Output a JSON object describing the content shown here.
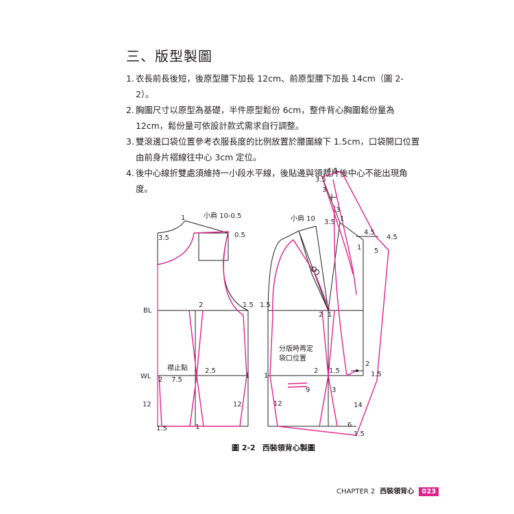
{
  "heading": "三、版型製圖",
  "steps": [
    {
      "num": "1.",
      "text": "衣長前長後短，後原型腰下加長 12cm、前原型腰下加長 14cm（圖 2-2）。"
    },
    {
      "num": "2.",
      "text": "胸圍尺寸以原型為基礎，半件原型鬆份 6cm，整件背心胸圍鬆份量為 12cm，鬆份量可依設計款式需求自行調整。"
    },
    {
      "num": "3.",
      "text": "雙滾邊口袋位置參考衣服長度的比例放置於腰圍線下 1.5cm，口袋開口位置由前身片褶線往中心 3cm 定位。"
    },
    {
      "num": "4.",
      "text": "後中心線折雙處須維持一小段水平線，後貼邊與領裁片後中心不能出現角度。"
    }
  ],
  "diagram": {
    "line_labels": {
      "bl": "BL",
      "wl": "WL"
    },
    "annotations": {
      "back_shoulder": "小肩 10-0.5",
      "front_shoulder": "小肩 10",
      "stop_point": "襟止點",
      "pocket_note_1": "分版時再定",
      "pocket_note_2": "袋口位置"
    },
    "measurements": {
      "b_neck_1": "1",
      "b_neck_35": "3.5",
      "b_sh_05": "0.5",
      "b_bl_2": "2",
      "b_bl_15": "1.5",
      "b_wl_2": "2",
      "b_wl_75": "7.5",
      "b_wl_25": "2.5",
      "b_wl_1": "1",
      "b_hem_12a": "12",
      "b_hem_12b": "12",
      "b_hem_15": "1.5",
      "b_hem_1": "1",
      "f_bl_15": "1.5",
      "f_bl_2": "2",
      "f_bl_1": "1",
      "f_top_45": "4.5",
      "f_top_35": "3.5",
      "f_top_3a": "3",
      "f_mid_3": "3",
      "f_mid_1": "1",
      "f_mid_35": "3.5",
      "f_col_45a": "4.5",
      "f_col_45b": "4.5",
      "f_col_1": "1",
      "f_col_5": "5",
      "f_wl_2": "2",
      "f_wl_15a": "1.5",
      "f_wl_15b": "1.5",
      "f_wl_2b": "2",
      "f_wl_1": "1",
      "f_pk_9": "9",
      "f_pk_3": "3",
      "f_hem_12": "12",
      "f_hem_14": "14",
      "f_hem_6": "6",
      "f_hem_15": "1.5"
    }
  },
  "caption": {
    "fig": "圖 2-2",
    "title": "西裝領背心製圖"
  },
  "footer": {
    "chapter": "CHAPTER 2",
    "title": "西裝領背心",
    "page": "023"
  },
  "colors": {
    "pattern_line": "#e0218a",
    "draft_line": "#231f20",
    "page_badge": "#e0218a"
  }
}
